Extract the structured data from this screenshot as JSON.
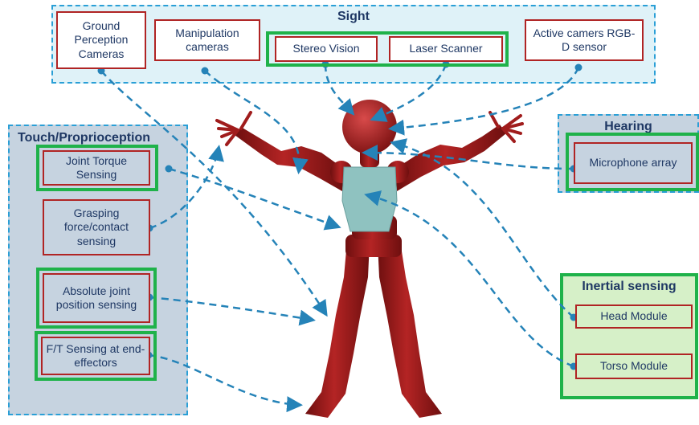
{
  "groups": {
    "sight": "Sight",
    "touch": "Touch/Proprioception",
    "hearing": "Hearing",
    "inertial": "Inertial sensing"
  },
  "sensors": {
    "ground_perception": "Ground Perception Cameras",
    "manipulation": "Manipulation cameras",
    "stereo_vision": "Stereo Vision",
    "laser_scanner": "Laser Scanner",
    "active_cameras": "Active camers RGB-D sensor",
    "joint_torque": "Joint Torque Sensing",
    "grasping": "Grasping force/contact sensing",
    "absolute_joint": "Absolute joint position sensing",
    "ft_sensing": "F/T Sensing at end-effectors",
    "microphone": "Microphone array",
    "head_module": "Head Module",
    "torso_module": "Torso Module"
  },
  "colors": {
    "group_border": "#2a9fd6",
    "sight_fill": "#dff2f8",
    "touch_fill": "#c6d3e0",
    "inertial_fill": "#d6f0c8",
    "highlight": "#1fb24a",
    "box_border": "#b02424",
    "text": "#1f3864",
    "connector": "#2583b8",
    "robot_body": "#a01c1c",
    "robot_torso": "#8fc2c0"
  }
}
